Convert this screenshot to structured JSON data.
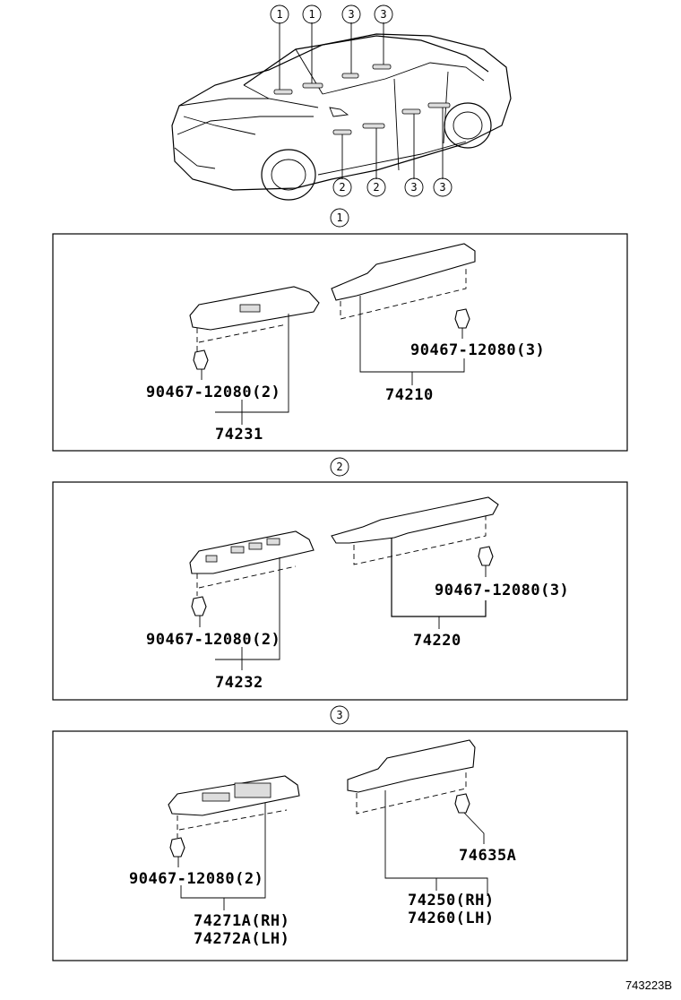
{
  "callouts": {
    "c1": "1",
    "c2": "2",
    "c3": "3"
  },
  "section1": {
    "marker": "1",
    "clip_left": "90467-12080(2)",
    "part_left": "74231",
    "clip_right": "90467-12080(3)",
    "part_right": "74210"
  },
  "section2": {
    "marker": "2",
    "clip_left": "90467-12080(2)",
    "part_left": "74232",
    "clip_right": "90467-12080(3)",
    "part_right": "74220"
  },
  "section3": {
    "marker": "3",
    "clip_left": "90467-12080(2)",
    "part_left_rh": "74271A(RH)",
    "part_left_lh": "74272A(LH)",
    "clip_right": "74635A",
    "part_right_rh": "74250(RH)",
    "part_right_lh": "74260(LH)"
  },
  "reference_code": "743223B"
}
